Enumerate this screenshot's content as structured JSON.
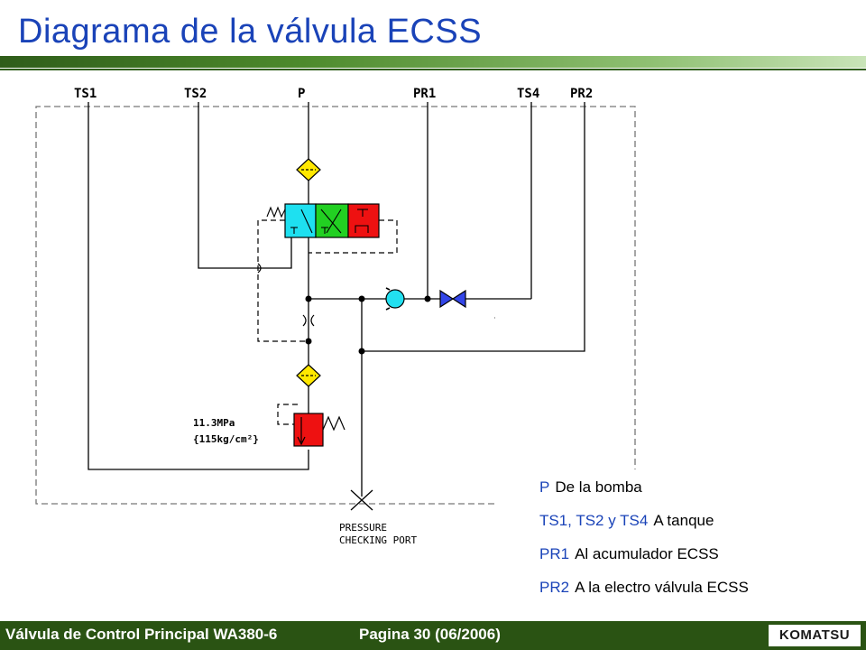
{
  "header": {
    "title": "Diagrama de la válvula ECSS"
  },
  "diagram": {
    "ports": [
      "TS1",
      "TS2",
      "P",
      "PR1",
      "TS4",
      "PR2"
    ],
    "relief_pressure_line1": "11.3MPa",
    "relief_pressure_line2": "{115kg/cm²}",
    "check_port_line1": "PRESSURE",
    "check_port_line2": "CHECKING PORT",
    "colors": {
      "spool_left": "#1ee0f0",
      "spool_center": "#22d022",
      "spool_right": "#ee1111",
      "filter": "#ffe800",
      "check_valve": "#22e0f0",
      "bidirectional_valve": "#3346e8"
    }
  },
  "legend": [
    {
      "key": "P",
      "text": "De la bomba"
    },
    {
      "key": "TS1, TS2 y TS4",
      "text": "A tanque"
    },
    {
      "key": "PR1",
      "text": "Al acumulador ECSS"
    },
    {
      "key": "PR2",
      "text": "A la electro válvula ECSS"
    }
  ],
  "footer": {
    "left": "Válvula de Control Principal WA380-6",
    "page": "Pagina 30 (06/2006)",
    "logo": "KOMATSU"
  }
}
